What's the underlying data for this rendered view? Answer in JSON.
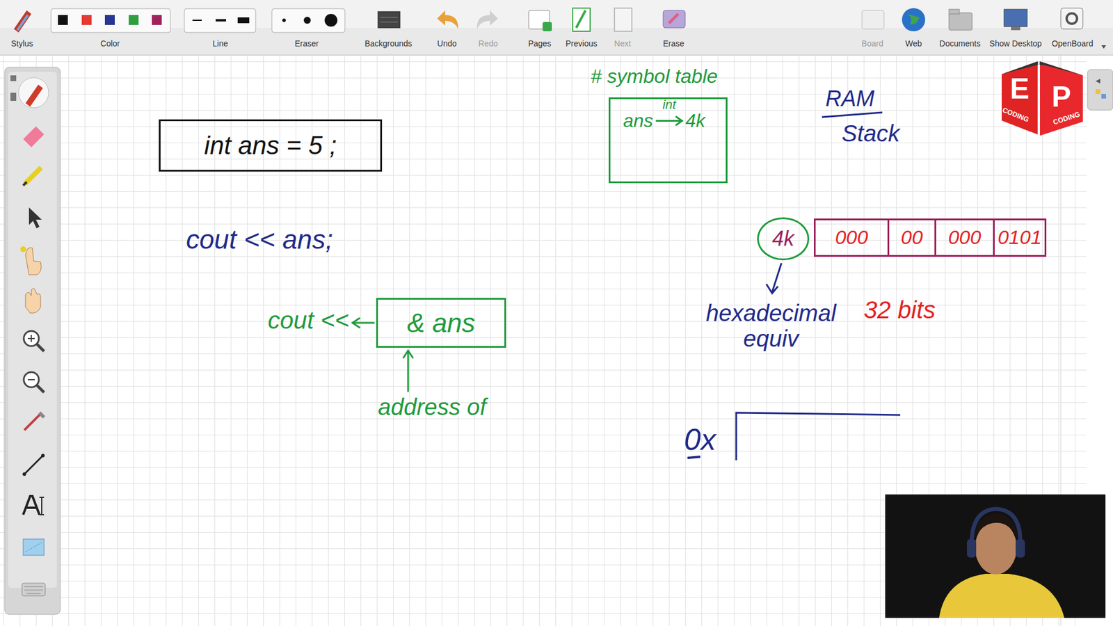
{
  "diagram": {
    "nodes": [
      {
        "text": [
          "int ans = 5 ;"
        ]
      },
      {
        "text": [
          "& ans"
        ]
      },
      {
        "text": [
          "# symbol table",
          "ans",
          "int",
          "4k"
        ]
      },
      {
        "text": [
          "4k"
        ]
      },
      {
        "text": [
          "000"
        ]
      },
      {
        "text": [
          "00"
        ]
      },
      {
        "text": [
          "000"
        ]
      },
      {
        "text": [
          "0101"
        ]
      }
    ],
    "labels": [
      "Stylus",
      "Color",
      "Line",
      "Eraser",
      "Backgrounds",
      "Undo",
      "Redo",
      "Pages",
      "Previous",
      "Next",
      "Erase",
      "Board",
      "Web",
      "Documents",
      "Show Desktop",
      "OpenBoard",
      "cout << ans;",
      "cout <<",
      "address of",
      "RAM",
      "Stack",
      "hexadecimal equiv",
      "32 bits",
      "0x",
      "E",
      "P",
      "CODING",
      "CODING"
    ]
  }
}
